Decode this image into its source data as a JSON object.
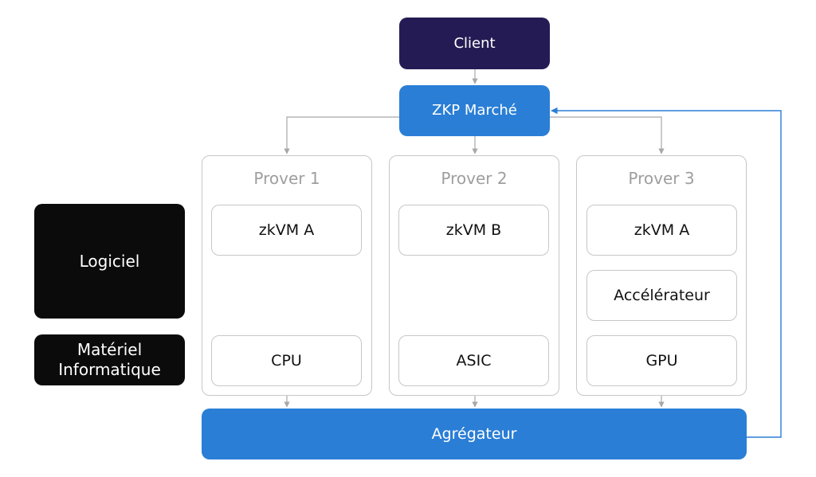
{
  "client": "Client",
  "market": "ZKP Marché",
  "layers": {
    "software": "Logiciel",
    "hardware": "Matériel\nInformatique"
  },
  "provers": [
    {
      "title": "Prover 1",
      "vm": "zkVM A",
      "accelerator": "",
      "hardware": "CPU"
    },
    {
      "title": "Prover 2",
      "vm": "zkVM B",
      "accelerator": "",
      "hardware": "ASIC"
    },
    {
      "title": "Prover 3",
      "vm": "zkVM A",
      "accelerator": "Accélérateur",
      "hardware": "GPU"
    }
  ],
  "aggregator": "Agrégateur",
  "colors": {
    "client": "#251b54",
    "market": "#2a7ed6",
    "aggregator": "#2a7ed6",
    "feedback_line": "#2a7ed6",
    "connector": "#a8a8a8",
    "side_labels": "#0b0b0b"
  }
}
